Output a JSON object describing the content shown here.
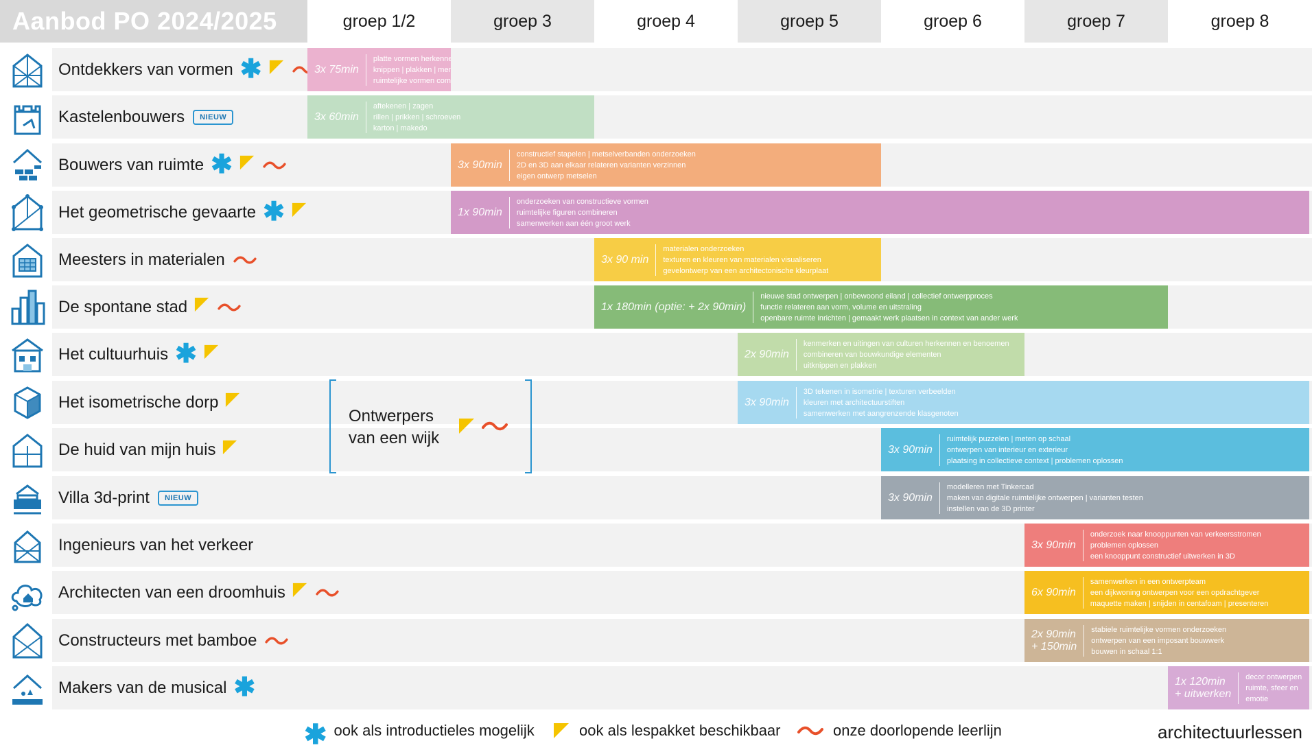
{
  "title": "Aanbod PO 2024/2025",
  "groups": [
    "groep 1/2",
    "groep 3",
    "groep 4",
    "groep 5",
    "groep 6",
    "groep 7",
    "groep 8"
  ],
  "colors": {
    "row_bg": "#f2f2f2",
    "header_gray": "#e6e6e6",
    "star": "#1aa3dc",
    "flag": "#f5c400",
    "wave": "#e8502a"
  },
  "rows": [
    {
      "name": "Ontdekkers van vormen",
      "marks": [
        "star",
        "flag",
        "wave"
      ],
      "icon": "crystal-house-icon",
      "bar": {
        "duration": "3x 75min",
        "lines": [
          "platte vormen herkennen | aftekenen",
          "knippen | plakken | mening vormen",
          "ruimtelijke vormen combineren"
        ],
        "color": "#ebb2cf"
      }
    },
    {
      "name": "Kastelenbouwers",
      "marks": [],
      "badge": "NIEUW",
      "icon": "castle-icon",
      "bar": {
        "duration": "3x 60min",
        "lines": [
          "aftekenen | zagen",
          "rillen | prikken | schroeven",
          "karton | makedo"
        ],
        "color": "#c1dfc4"
      }
    },
    {
      "name": "Bouwers van ruimte",
      "marks": [
        "star",
        "flag",
        "wave"
      ],
      "icon": "brick-house-icon",
      "bar": {
        "duration": "3x 90min",
        "lines": [
          "constructief stapelen | metselverbanden onderzoeken",
          "2D en 3D aan elkaar relateren varianten verzinnen",
          "eigen ontwerp metselen"
        ],
        "color": "#f3ad7c"
      }
    },
    {
      "name": "Het geometrische gevaarte",
      "marks": [
        "star",
        "flag"
      ],
      "icon": "geometric-frame-icon",
      "bar": {
        "duration": "1x 90min",
        "lines": [
          "onderzoeken van constructieve vormen",
          "ruimtelijke figuren combineren",
          "samenwerken aan één groot werk"
        ],
        "color": "#d39ac8"
      }
    },
    {
      "name": "Meesters in materialen",
      "marks": [
        "wave"
      ],
      "icon": "material-facade-icon",
      "bar": {
        "duration": "3x 90 min",
        "lines": [
          "materialen onderzoeken",
          "texturen en kleuren van materialen visualiseren",
          "gevelontwerp van  een architectonische kleurplaat"
        ],
        "color": "#f7cd45"
      }
    },
    {
      "name": "De spontane stad",
      "marks": [
        "flag",
        "wave"
      ],
      "icon": "city-skyline-icon",
      "bar": {
        "duration": "1x 180min (optie: + 2x 90min)",
        "lines": [
          "nieuwe stad ontwerpen | onbewoond eiland | collectief ontwerpproces",
          "functie relateren aan vorm, volume en uitstraling",
          "openbare ruimte inrichten | gemaakt werk plaatsen in context van ander werk"
        ],
        "color": "#86bb78"
      }
    },
    {
      "name": "Het cultuurhuis",
      "marks": [
        "star",
        "flag"
      ],
      "icon": "culture-house-icon",
      "bar": {
        "duration": "2x 90min",
        "lines": [
          "kenmerken en uitingen van culturen herkennen en benoemen",
          "combineren van bouwkundige elementen",
          "uitknippen en plakken"
        ],
        "color": "#c1dcaa"
      }
    },
    {
      "name": "Het isometrische dorp",
      "marks": [
        "flag"
      ],
      "icon": "isometric-house-icon",
      "bar": {
        "duration": "3x 90min",
        "lines": [
          "3D tekenen in isometrie | texturen verbeelden",
          "kleuren met architectuurstiften",
          "samenwerken met aangrenzende klasgenoten"
        ],
        "color": "#a6d9f0"
      }
    },
    {
      "name": "De huid van mijn huis",
      "marks": [
        "flag"
      ],
      "icon": "house-outline-icon",
      "bar": {
        "duration": "3x 90min",
        "lines": [
          "ruimtelijk puzzelen | meten op schaal",
          "ontwerpen van interieur en exterieur",
          "plaatsing in collectieve context | problemen oplossen"
        ],
        "color": "#5bbede"
      }
    },
    {
      "name": "Villa 3d-print",
      "marks": [],
      "badge": "NIEUW",
      "icon": "printer-house-icon",
      "bar": {
        "duration": "3x 90min",
        "lines": [
          "modelleren met Tinkercad",
          "maken van digitale ruimtelijke ontwerpen | varianten testen",
          "instellen van de 3D printer"
        ],
        "color": "#9da7b0"
      }
    },
    {
      "name": "Ingenieurs van het verkeer",
      "marks": [],
      "icon": "bridge-house-icon",
      "bar": {
        "duration": "3x 90min",
        "lines": [
          "onderzoek naar knooppunten van verkeersstromen",
          "problemen oplossen",
          "een knooppunt constructief uitwerken in 3D"
        ],
        "color": "#ee7e7c"
      }
    },
    {
      "name": "Architecten van een droomhuis",
      "marks": [
        "flag",
        "wave"
      ],
      "icon": "dream-cloud-icon",
      "bar": {
        "duration": "6x 90min",
        "lines": [
          "samenwerken in een ontwerpteam",
          "een dijkwoning ontwerpen voor een opdrachtgever",
          "maquette maken | snijden in centafoam | presenteren"
        ],
        "color": "#f6bf20"
      }
    },
    {
      "name": "Constructeurs met bamboe",
      "marks": [
        "wave"
      ],
      "icon": "bamboe-frame-icon",
      "bar": {
        "duration": "2x 90min\n+ 150min",
        "lines": [
          "stabiele ruimtelijke vormen onderzoeken",
          "ontwerpen van een imposant bouwwerk",
          "bouwen in schaal 1:1"
        ],
        "color": "#cdb597"
      }
    },
    {
      "name": "Makers van de musical",
      "marks": [
        "star"
      ],
      "icon": "stage-icon",
      "bar": {
        "duration": "1x 120min\n+ uitwerken",
        "lines": [
          "decor ontwerpen",
          "ruimte, sfeer en",
          "emotie"
        ],
        "color": "#d7abd5"
      }
    }
  ],
  "wijk_label_1": "Ontwerpers",
  "wijk_label_2": "van een wijk",
  "legend": {
    "star_text": "ook als introductieles mogelijk",
    "flag_text": "ook als lespakket beschikbaar",
    "wave_text": "onze doorlopende leerlijn"
  },
  "brand": "architectuurlessen"
}
